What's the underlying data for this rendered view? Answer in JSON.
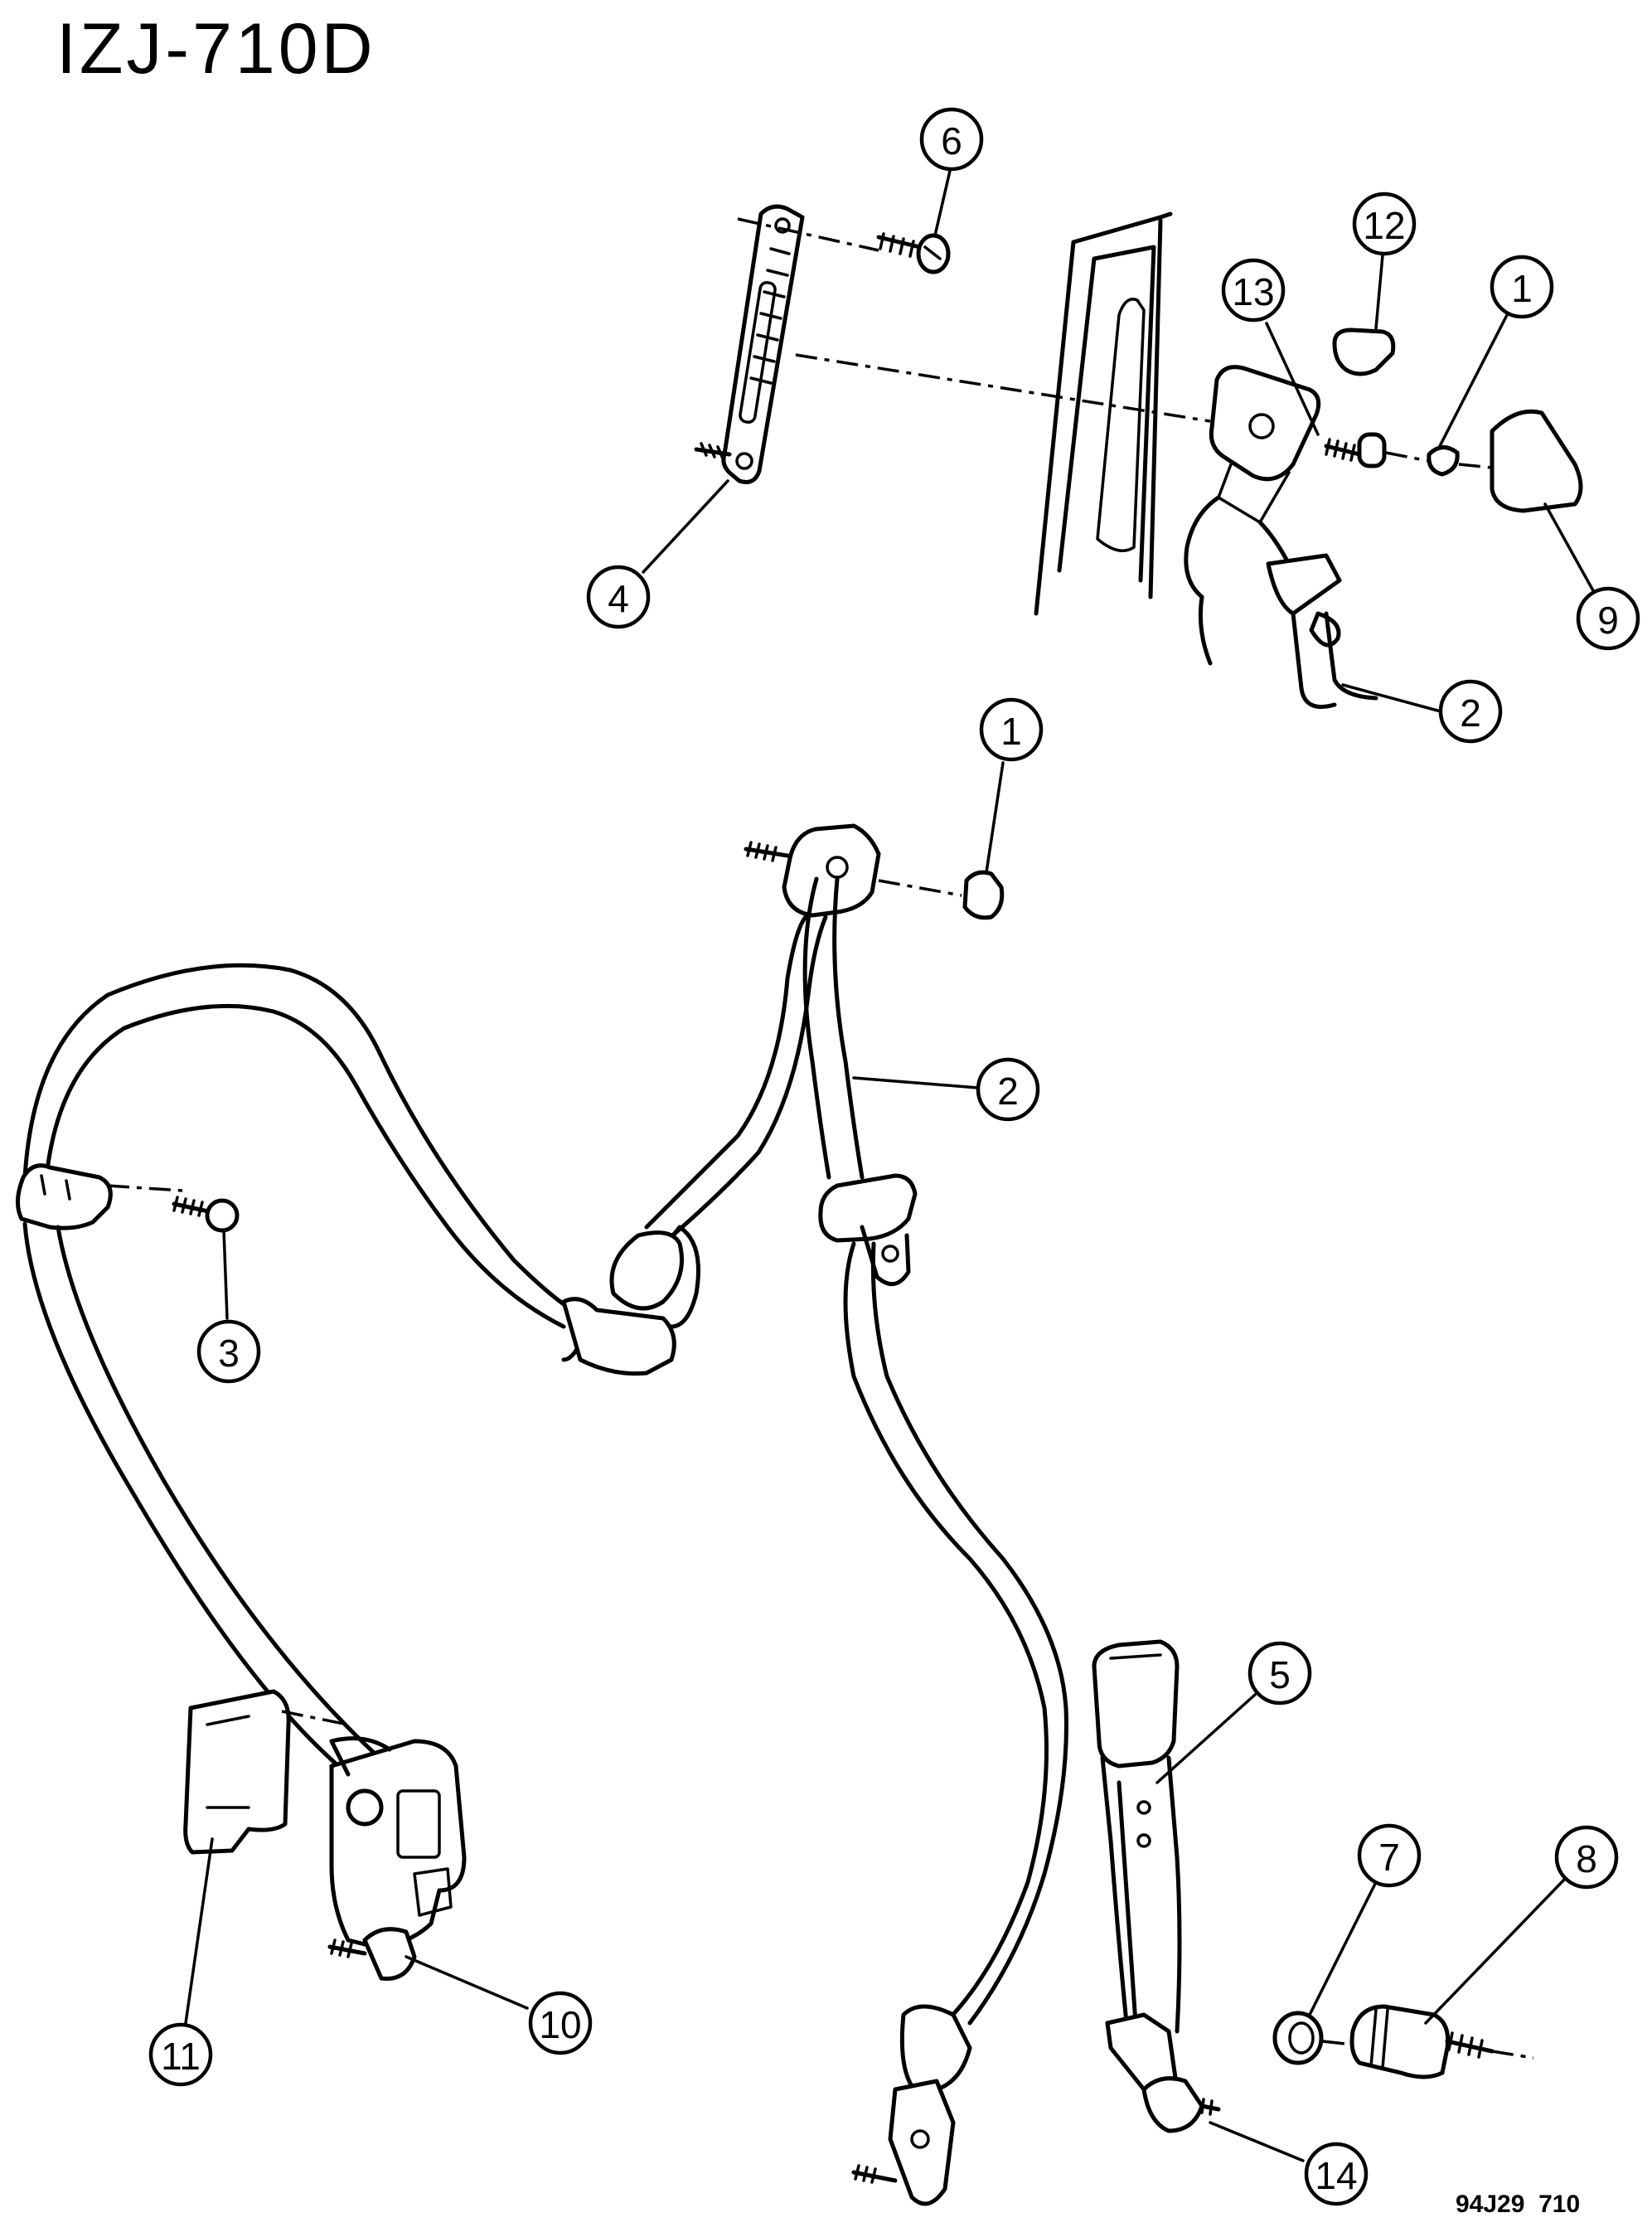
{
  "title": "IZJ-710D",
  "figure_code": "94J29  710",
  "callouts": [
    {
      "id": "c6",
      "label": "6"
    },
    {
      "id": "c12",
      "label": "12"
    },
    {
      "id": "c13",
      "label": "13"
    },
    {
      "id": "c1a",
      "label": "1"
    },
    {
      "id": "c4",
      "label": "4"
    },
    {
      "id": "c9",
      "label": "9"
    },
    {
      "id": "c2a",
      "label": "2"
    },
    {
      "id": "c1b",
      "label": "1"
    },
    {
      "id": "c2b",
      "label": "2"
    },
    {
      "id": "c3",
      "label": "3"
    },
    {
      "id": "c5",
      "label": "5"
    },
    {
      "id": "c7",
      "label": "7"
    },
    {
      "id": "c8",
      "label": "8"
    },
    {
      "id": "c11",
      "label": "11"
    },
    {
      "id": "c10",
      "label": "10"
    },
    {
      "id": "c14",
      "label": "14"
    }
  ]
}
